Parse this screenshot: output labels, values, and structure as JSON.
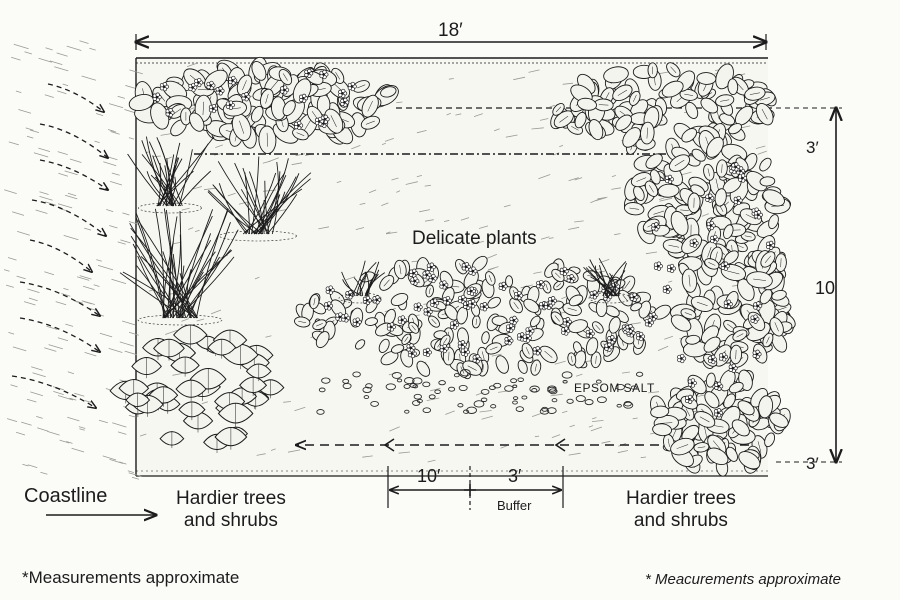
{
  "dimensions": {
    "overall_width": "18′",
    "top_band": "3′",
    "overall_depth": "10",
    "bottom_band": "3′",
    "bottom_left": "10′",
    "bottom_right": "3′",
    "buffer": "Buffer"
  },
  "zones": {
    "delicate": "Delicate plants",
    "epsom": "EPSOM SALT",
    "hardier_left_line1": "Hardier trees",
    "hardier_left_line2": "and shrubs",
    "hardier_right_line1": "Hardier trees",
    "hardier_right_line2": "and shrubs"
  },
  "coastline": "Coastline",
  "notes": {
    "left": "*Measurements approximate",
    "right": "* Meacurements approximate"
  },
  "colors": {
    "ink": "#1c1c1c",
    "paper": "#fbfbf8",
    "foliage": "#f4f4ef"
  }
}
